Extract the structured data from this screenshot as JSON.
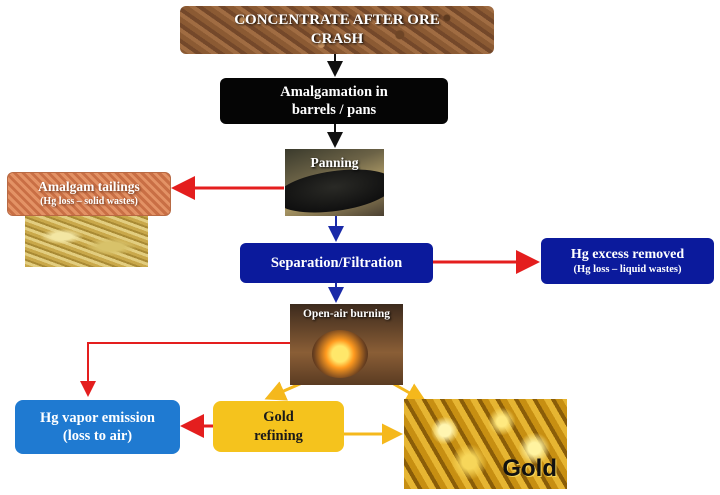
{
  "nodes": {
    "concentrate": {
      "line1": "CONCENTRATE AFTER ORE",
      "line2": "CRASH"
    },
    "amalgamation": {
      "line1": "Amalgamation in",
      "line2": "barrels / pans"
    },
    "panning": {
      "label": "Panning"
    },
    "tailings": {
      "title": "Amalgam tailings",
      "sub": "(Hg loss – solid wastes)"
    },
    "separation": {
      "label": "Separation/Filtration"
    },
    "excess": {
      "title": "Hg excess removed",
      "sub": "(Hg loss – liquid wastes)"
    },
    "burning": {
      "label": "Open-air burning"
    },
    "vapor": {
      "line1": "Hg vapor emission",
      "line2": "(loss to air)"
    },
    "refining": {
      "line1": "Gold",
      "line2": "refining"
    },
    "gold": {
      "label": "Gold"
    }
  },
  "colors": {
    "black_arrow": "#111111",
    "blue_arrow": "#1a2aa8",
    "red_arrow": "#e41e1e",
    "yellow_arrow": "#f5b81c"
  },
  "icons": [
    "panning-photo",
    "tailings-photo",
    "burning-photo",
    "gold-photo"
  ]
}
